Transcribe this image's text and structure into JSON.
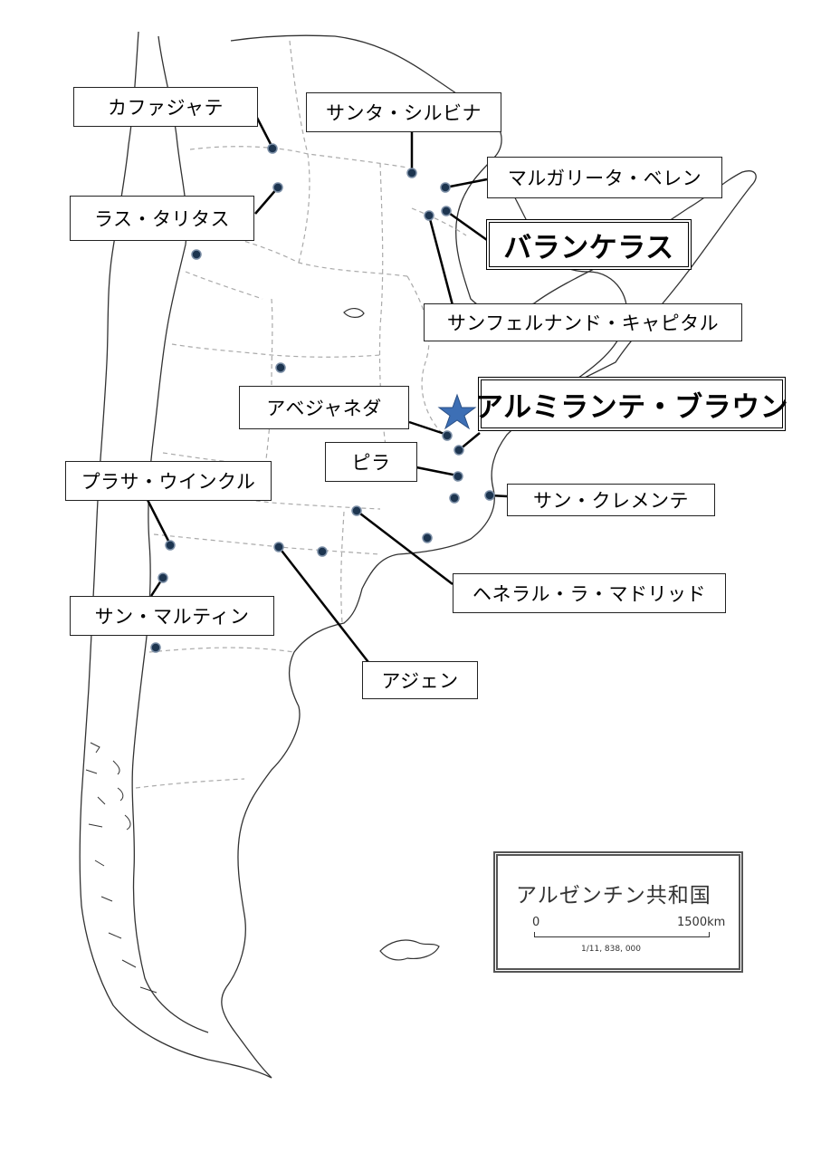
{
  "map": {
    "country_name": "アルゼンチン共和国",
    "scale": {
      "zero": "0",
      "max": "1500km",
      "ratio": "1/11, 838, 000"
    },
    "colors": {
      "land_outline": "#333333",
      "borders": "#aaaaaa",
      "marker": "#1d3550",
      "star": "#3d6fb5"
    }
  },
  "places": [
    {
      "id": "cafayate",
      "name": "カファジャテ",
      "highlight": false
    },
    {
      "id": "santa-silvina",
      "name": "サンタ・シルビナ",
      "highlight": false
    },
    {
      "id": "margarita-belen",
      "name": "マルガリータ・ベレン",
      "highlight": false
    },
    {
      "id": "las-talitas",
      "name": "ラス・タリタス",
      "highlight": false
    },
    {
      "id": "barranqueras",
      "name": "バランケラス",
      "highlight": true
    },
    {
      "id": "san-fernando",
      "name": "サンフェルナンド・キャピタル",
      "highlight": false
    },
    {
      "id": "almirante-brown",
      "name": "アルミランテ・ブラウン",
      "highlight": true
    },
    {
      "id": "avellaneda",
      "name": "アベジャネダ",
      "highlight": false
    },
    {
      "id": "pila",
      "name": "ピラ",
      "highlight": false
    },
    {
      "id": "plaza-huincul",
      "name": "プラサ・ウインクル",
      "highlight": false
    },
    {
      "id": "san-clemente",
      "name": "サン・クレメンテ",
      "highlight": false
    },
    {
      "id": "general-la-madrid",
      "name": "ヘネラル・ラ・マドリッド",
      "highlight": false
    },
    {
      "id": "san-martin",
      "name": "サン・マルティン",
      "highlight": false
    },
    {
      "id": "allen",
      "name": "アジェン",
      "highlight": false
    }
  ]
}
